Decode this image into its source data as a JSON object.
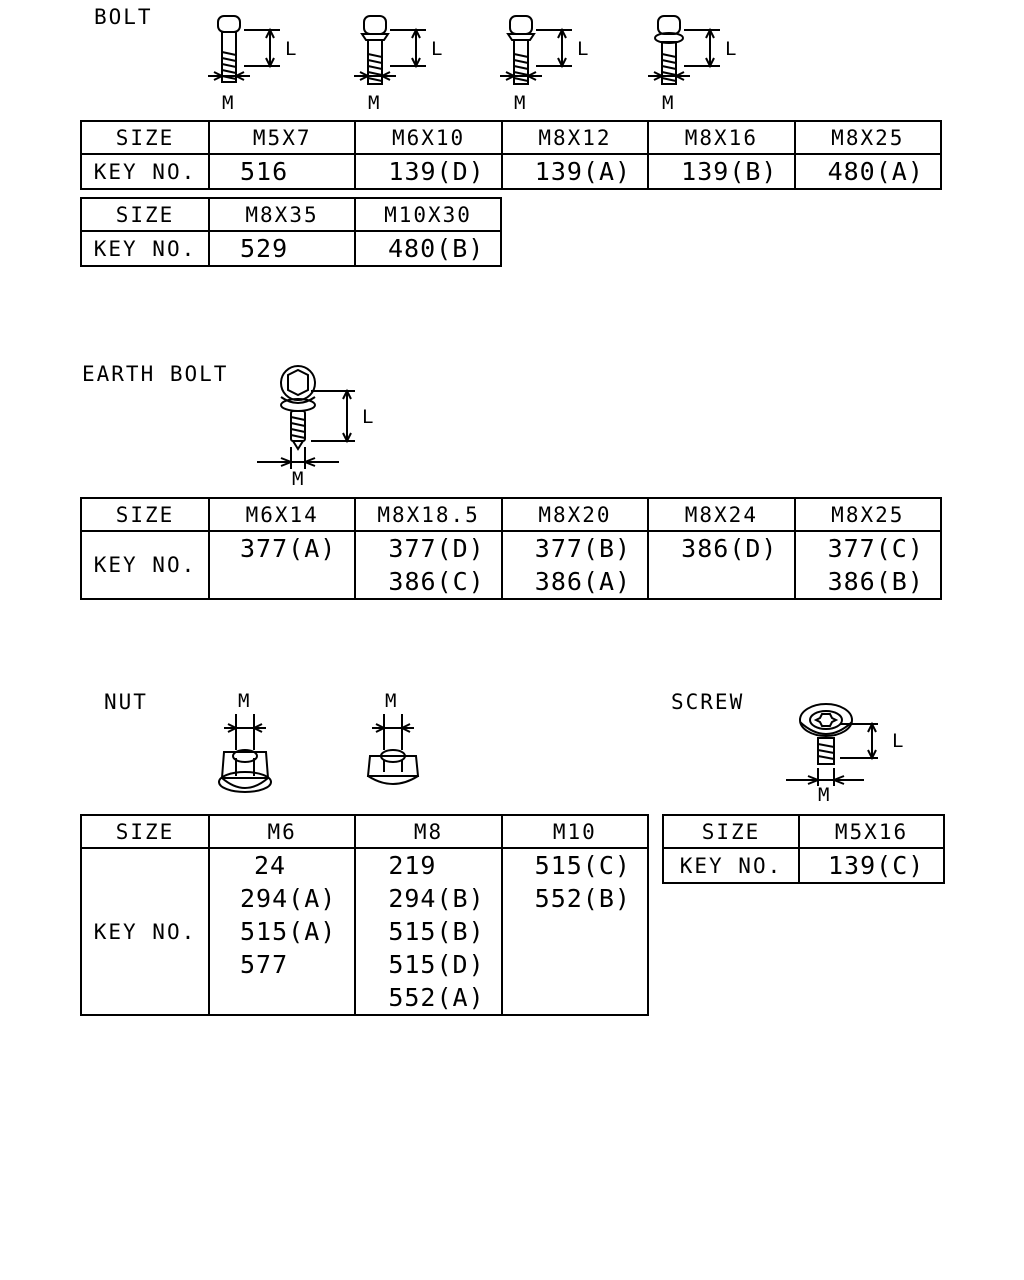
{
  "bolt": {
    "title": "BOLT",
    "dim_L": "L",
    "dim_M": "M",
    "table1": {
      "size_label": "SIZE",
      "key_label": "KEY NO.",
      "sizes": [
        "M5X7",
        "M6X10",
        "M8X12",
        "M8X16",
        "M8X25"
      ],
      "keys": [
        "516",
        "139(D)",
        "139(A)",
        "139(B)",
        "480(A)"
      ]
    },
    "table2": {
      "size_label": "SIZE",
      "key_label": "KEY NO.",
      "sizes": [
        "M8X35",
        "M10X30"
      ],
      "keys": [
        "529",
        "480(B)"
      ]
    }
  },
  "earth_bolt": {
    "title": "EARTH BOLT",
    "dim_L": "L",
    "dim_M": "M",
    "table": {
      "size_label": "SIZE",
      "key_label": "KEY NO.",
      "sizes": [
        "M6X14",
        "M8X18.5",
        "M8X20",
        "M8X24",
        "M8X25"
      ],
      "keys": [
        [
          "377(A)"
        ],
        [
          "377(D)",
          "386(C)"
        ],
        [
          "377(B)",
          "386(A)"
        ],
        [
          "386(D)"
        ],
        [
          "377(C)",
          "386(B)"
        ]
      ]
    }
  },
  "nut": {
    "title": "NUT",
    "dim_M": "M",
    "table": {
      "size_label": "SIZE",
      "key_label": "KEY NO.",
      "sizes": [
        "M6",
        "M8",
        "M10"
      ],
      "keys": [
        [
          "24",
          "294(A)",
          "515(A)",
          "577"
        ],
        [
          "219",
          "294(B)",
          "515(B)",
          "515(D)",
          "552(A)"
        ],
        [
          "515(C)",
          "552(B)"
        ]
      ]
    }
  },
  "screw": {
    "title": "SCREW",
    "dim_L": "L",
    "dim_M": "M",
    "table": {
      "size_label": "SIZE",
      "key_label": "KEY NO.",
      "sizes": [
        "M5X16"
      ],
      "keys": [
        "139(C)"
      ]
    }
  }
}
